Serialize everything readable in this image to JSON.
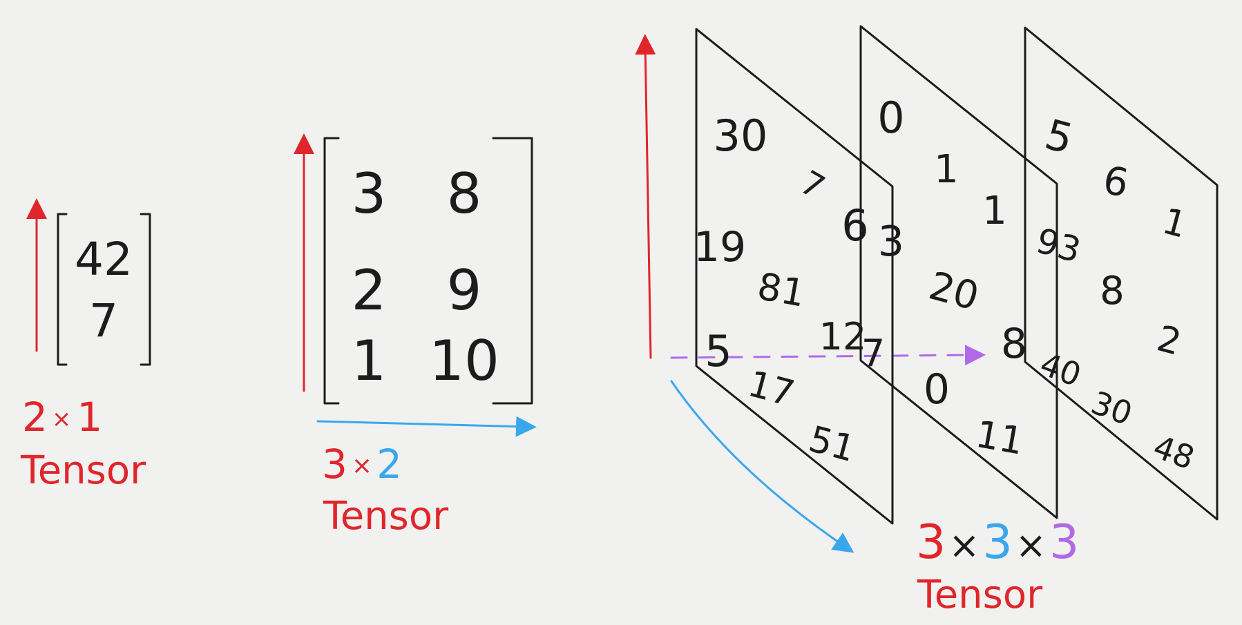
{
  "colors": {
    "red": "#e0262b",
    "blue": "#3aa7ec",
    "purple": "#b06ae8",
    "ink": "#1c1c1c",
    "background": "#f1f1f0"
  },
  "tensor_2x1": {
    "values": [
      "42",
      "7"
    ],
    "dim1": "2",
    "times": "×",
    "dim2": "1",
    "word": "Tensor"
  },
  "tensor_3x2": {
    "cells": [
      [
        "3",
        "8"
      ],
      [
        "2",
        "9"
      ],
      [
        "1",
        "10"
      ]
    ],
    "dim1": "3",
    "times": "×",
    "dim2": "2",
    "word": "Tensor"
  },
  "tensor_3x3x3": {
    "slice1": [
      "30",
      "7",
      "6",
      "19",
      "81",
      "12",
      "5",
      "17",
      "51"
    ],
    "slice2": [
      "0",
      "1",
      "3",
      "20",
      "7",
      "0",
      "11",
      "1"
    ],
    "slice3": [
      "5",
      "6",
      "1",
      "93",
      "8",
      "2",
      "8",
      "40",
      "30",
      "48"
    ],
    "dim1": "3",
    "times1": "×",
    "dim2": "3",
    "times2": "×",
    "dim3": "3",
    "word": "Tensor"
  }
}
